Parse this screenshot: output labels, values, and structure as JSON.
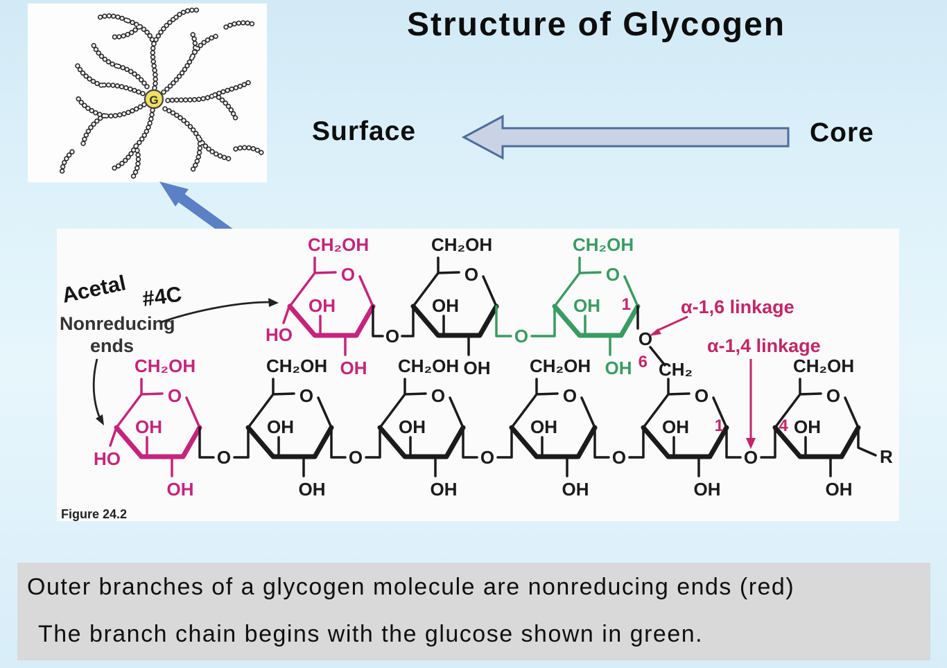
{
  "slide": {
    "title": "Structure of Glycogen",
    "surface_label": "Surface",
    "core_label": "Core",
    "caption": {
      "line1": "Outer branches of a glycogen molecule are nonreducing ends (red)",
      "line2": "The branch chain begins with the glucose shown in green."
    },
    "colors": {
      "background": "#d9eef8",
      "caption_box": "#d9d9d9",
      "pointer_arrow_blue": "#5b80c6",
      "block_arrow_fill": "#c9d3e5",
      "block_arrow_border": "#4e6d9a"
    }
  },
  "granule": {
    "g_label": "G",
    "g_fill": "#f3df63"
  },
  "chem": {
    "figure_caption": "Figure 24.2",
    "handwritten_acetal": "Acetal",
    "handwritten_4c": "#4C",
    "nonreducing_line1": "Nonreducing",
    "nonreducing_line2": "ends",
    "alpha16_label": "α-1,6 linkage",
    "alpha14_label": "α-1,4 linkage",
    "ch2oh": "CH₂OH",
    "ch2": "CH₂",
    "oh": "OH",
    "ho": "HO",
    "o": "O",
    "r_group": "R",
    "num1": "1",
    "num4": "4",
    "num6": "6",
    "colors": {
      "nonreducing_pink": "#c5247c",
      "branch_green": "#3a9b61",
      "bond_black": "#1b1b1b",
      "linkage_magenta": "#c22667"
    }
  }
}
